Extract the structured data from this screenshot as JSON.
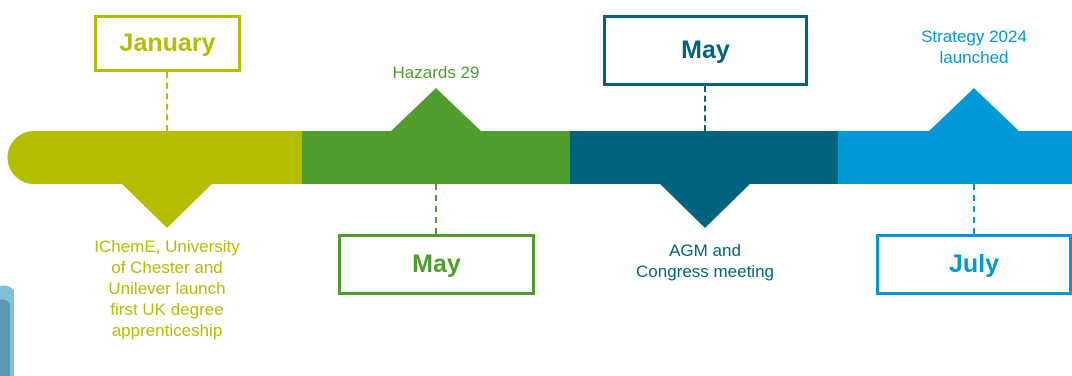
{
  "colors": {
    "lime": "#b5bd00",
    "green": "#4e9d2d",
    "teal": "#00647f",
    "blue": "#0098d8",
    "photo": "#7fc0dc"
  },
  "timeline": {
    "events": [
      {
        "month": "January",
        "caption_lines": [
          "IChemE, University",
          "of Chester and",
          "Unilever launch",
          "first UK degree",
          "apprenticeship"
        ],
        "color": "lime"
      },
      {
        "month": "May",
        "caption_lines": [
          "Hazards 29"
        ],
        "color": "green"
      },
      {
        "month": "May",
        "caption_lines": [
          "AGM and",
          "Congress meeting"
        ],
        "color": "teal"
      },
      {
        "month": "July",
        "caption_lines": [
          "Strategy 2024",
          "launched"
        ],
        "color": "blue"
      }
    ]
  }
}
